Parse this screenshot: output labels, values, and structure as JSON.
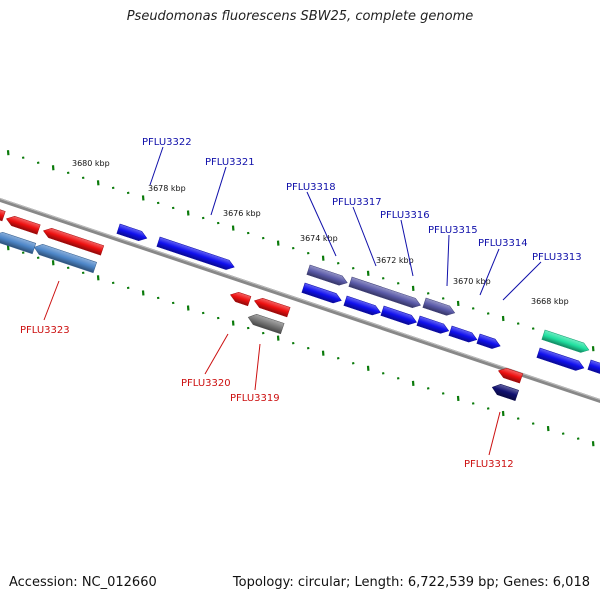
{
  "title": "Pseudomonas fluorescens SBW25, complete genome",
  "footer": {
    "accession": "Accession: NC_012660",
    "summary": "Topology: circular; Length: 6,722,539 bp; Genes: 6,018"
  },
  "colors": {
    "blue": "#1010ee",
    "red": "#ee1010",
    "slate": "#5a5aa8",
    "steel": "#4d86c8",
    "gray": "#777777",
    "navy": "#101070",
    "green": "#20e0a0",
    "tick": "#0a7a0a",
    "backbone": "#888888",
    "blue_label": "#1010aa",
    "red_label": "#cc1010"
  },
  "ticks": [
    {
      "label": "3680 kbp",
      "major": true
    },
    {
      "label": "3678 kbp",
      "major": true
    },
    {
      "label": "3676 kbp",
      "major": true
    },
    {
      "label": "3674 kbp",
      "major": true
    },
    {
      "label": "3672 kbp",
      "major": true
    },
    {
      "label": "3670 kbp",
      "major": true
    },
    {
      "label": "3668 kbp",
      "major": true
    }
  ],
  "genes": [
    {
      "id": "PFLU3323",
      "strand": "reverse",
      "color": "steel",
      "labeled": true
    },
    {
      "id": "PFLU3322",
      "strand": "forward",
      "color": "blue",
      "labeled": true
    },
    {
      "id": "PFLU3321",
      "strand": "forward",
      "color": "blue",
      "labeled": true
    },
    {
      "id": "PFLU3320",
      "strand": "reverse",
      "color": "red",
      "labeled": true
    },
    {
      "id": "PFLU3319",
      "strand": "reverse",
      "color": "gray",
      "labeled": true
    },
    {
      "id": "PFLU3318",
      "strand": "forward",
      "color": "slate",
      "labeled": true
    },
    {
      "id": "PFLU3317",
      "strand": "forward",
      "color": "slate",
      "labeled": true
    },
    {
      "id": "PFLU3316",
      "strand": "forward",
      "color": "blue",
      "labeled": true
    },
    {
      "id": "PFLU3315",
      "strand": "forward",
      "color": "blue",
      "labeled": true
    },
    {
      "id": "PFLU3314",
      "strand": "forward",
      "color": "blue",
      "labeled": true
    },
    {
      "id": "PFLU3313",
      "strand": "forward",
      "color": "blue",
      "labeled": true
    },
    {
      "id": "PFLU3312",
      "strand": "reverse",
      "color": "navy",
      "labeled": true
    }
  ]
}
